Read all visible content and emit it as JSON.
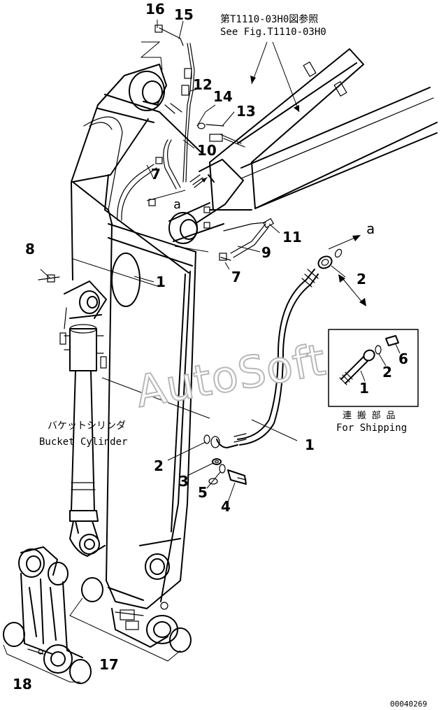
{
  "reference_note": {
    "line1": "第T1110-03H0図参照",
    "line2": "See Fig.T1110-03H0"
  },
  "bucket_cylinder": {
    "jp": "バケットシリンダ",
    "en": "Bucket Cylinder"
  },
  "shipping_box": {
    "jp": "連 搬 部 品",
    "en": "For Shipping"
  },
  "view_marker": "a",
  "watermark": "AutoSoft",
  "drawing_number": "00040269",
  "callouts": {
    "c16": "16",
    "c15": "15",
    "c12": "12",
    "c14": "14",
    "c13": "13",
    "c10": "10",
    "c7a": "7",
    "c8": "8",
    "c1a": "1",
    "c11": "11",
    "c9": "9",
    "c7b": "7",
    "c2a": "2",
    "c6": "6",
    "c2b": "2",
    "c1b": "1",
    "c1c": "1",
    "c2c": "2",
    "c3": "3",
    "c5": "5",
    "c4": "4",
    "c17": "17",
    "c18": "18"
  }
}
